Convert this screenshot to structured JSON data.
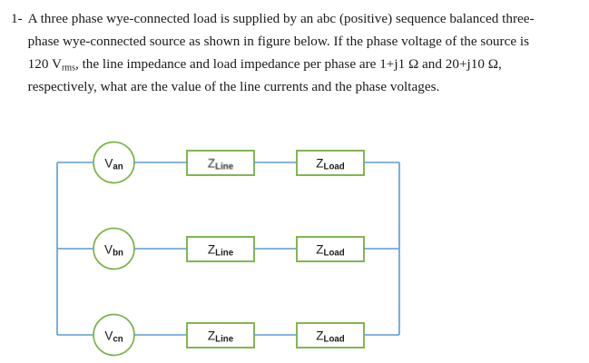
{
  "problem": {
    "number": "1-",
    "text_segments": [
      "A three phase wye-connected load is supplied by an abc (positive) sequence balanced three-phase wye-connected source as shown in figure below. If the phase voltage of the source is 120 V",
      "rms",
      ", the line impedance and load impedance per phase are 1+j1 Ω and 20+j10 Ω, respectively, what are the value of the line currents and the phase voltages."
    ],
    "full_text": "A three phase wye-connected load is supplied by an abc (positive) sequence balanced three-phase wye-connected source as shown in figure below. If the phase voltage of the source is 120 Vrms, the line impedance and load impedance per phase are 1+j1 Ω and 20+j10 Ω, respectively, what are the value of the line currents and the phase voltages.",
    "phase_voltage": "120",
    "phase_voltage_unit": "Vrms",
    "line_impedance": "1+j1 Ω",
    "load_impedance": "20+j10 Ω",
    "sequence": "abc (positive)"
  },
  "diagram": {
    "title": "three-phase wye-connected circuit",
    "colors": {
      "wire": "#5b9bd5",
      "component_border": "#7cb34a",
      "component_fill": "#ffffff",
      "text": "#1a1a1a"
    },
    "rows": [
      {
        "source_symbol": "V",
        "source_subscript": "an",
        "line_symbol": "Z",
        "line_subscript": "Line",
        "load_symbol": "Z",
        "load_subscript": "Load"
      },
      {
        "source_symbol": "V",
        "source_subscript": "bn",
        "line_symbol": "Z",
        "line_subscript": "Line",
        "load_symbol": "Z",
        "load_subscript": "Load"
      },
      {
        "source_symbol": "V",
        "source_subscript": "cn",
        "line_symbol": "Z",
        "line_subscript": "Line",
        "load_symbol": "Z",
        "load_subscript": "Load"
      }
    ]
  }
}
